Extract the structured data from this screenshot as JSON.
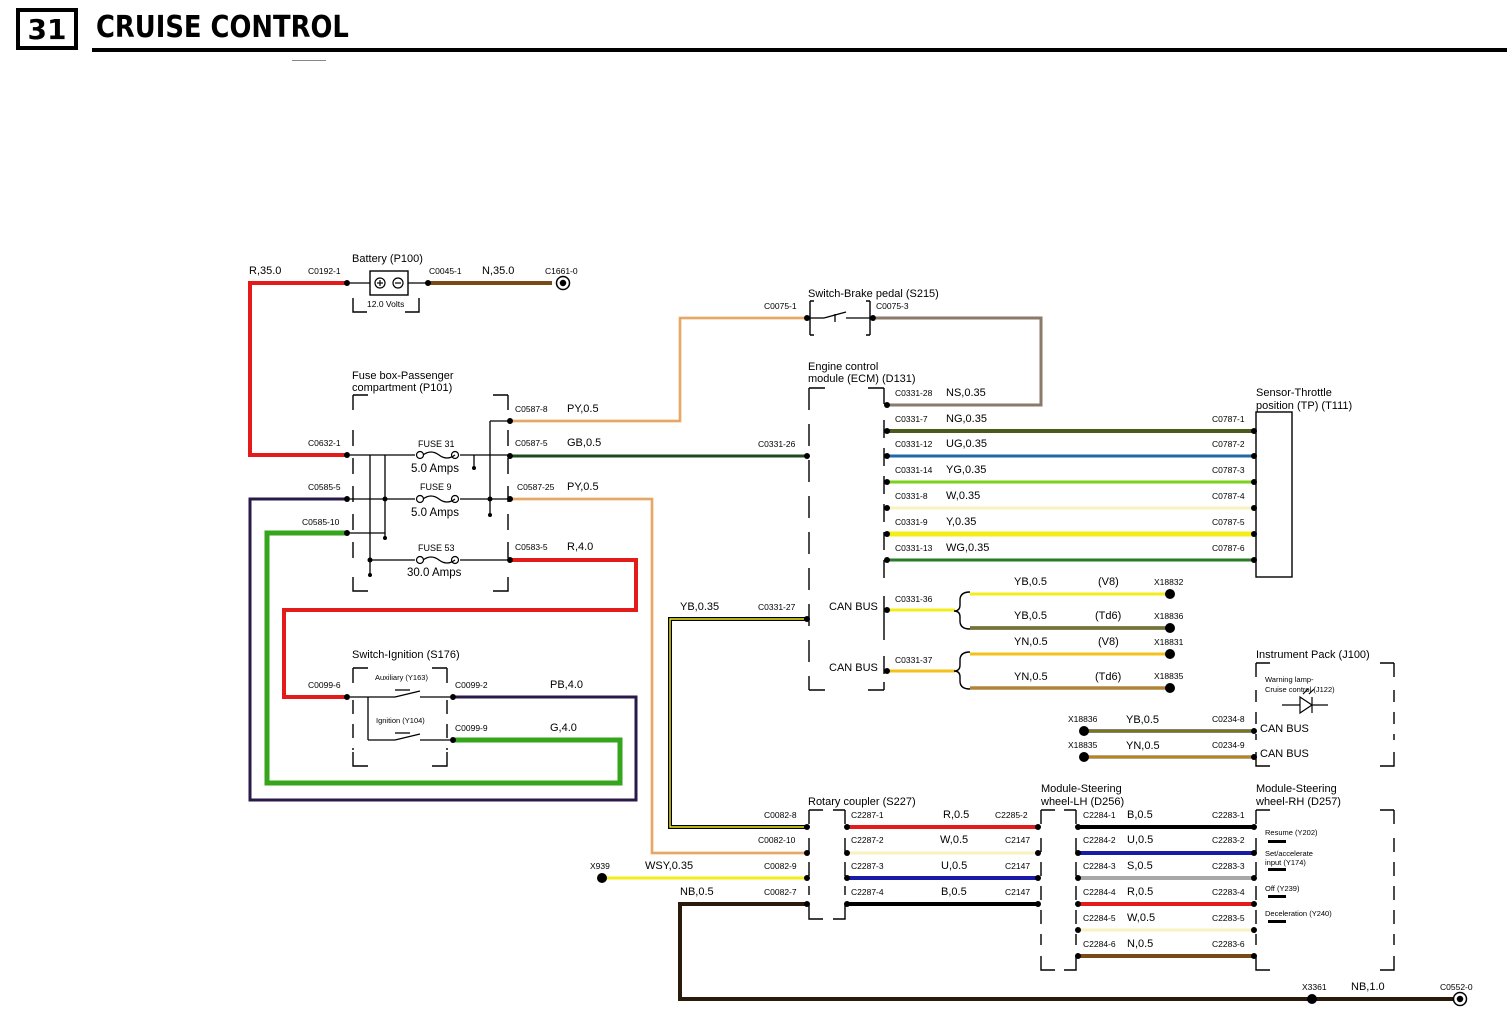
{
  "header": {
    "section_number": "31",
    "title": "CRUISE CONTROL"
  },
  "components": {
    "battery": "Battery (P100)",
    "battery_volts": "12.0 Volts",
    "fuse_box_l1": "Fuse box-Passenger",
    "fuse_box_l2": "compartment (P101)",
    "fuse31": "FUSE 31",
    "fuse31_rating": "5.0 Amps",
    "fuse9": "FUSE 9",
    "fuse9_rating": "5.0 Amps",
    "fuse53": "FUSE 53",
    "fuse53_rating": "30.0 Amps",
    "ignition_switch": "Switch-Ignition (S176)",
    "auxiliary": "Auxiliary (Y163)",
    "ignition": "Ignition (Y104)",
    "brake_switch": "Switch-Brake pedal (S215)",
    "ecm_l1": "Engine control",
    "ecm_l2": "module (ECM) (D131)",
    "tps_l1": "Sensor-Throttle",
    "tps_l2": "position (TP) (T111)",
    "can_bus": "CAN BUS",
    "instrument_pack": "Instrument Pack (J100)",
    "warning_lamp_l1": "Warning lamp-",
    "warning_lamp_l2": "Cruise control (J122)",
    "rotary_coupler": "Rotary coupler (S227)",
    "steer_lh_l1": "Module-Steering",
    "steer_lh_l2": "wheel-LH (D256)",
    "steer_rh_l1": "Module-Steering",
    "steer_rh_l2": "wheel-RH (D257)",
    "resume": "Resume (Y202)",
    "set_accel_l1": "Set/accelerate",
    "set_accel_l2": "input (Y174)",
    "off": "Off (Y239)",
    "decel": "Deceleration (Y240)"
  },
  "connectors": {
    "c0192_1": "C0192-1",
    "c0045_1": "C0045-1",
    "c1661_0": "C1661-0",
    "c0632_1": "C0632-1",
    "c0585_5": "C0585-5",
    "c0585_10": "C0585-10",
    "c0587_8": "C0587-8",
    "c0587_5": "C0587-5",
    "c0587_25": "C0587-25",
    "c0583_5": "C0583-5",
    "c0099_6": "C0099-6",
    "c0099_2": "C0099-2",
    "c0099_9": "C0099-9",
    "c0075_1": "C0075-1",
    "c0075_3": "C0075-3",
    "c0331_28": "C0331-28",
    "c0331_7": "C0331-7",
    "c0331_12": "C0331-12",
    "c0331_14": "C0331-14",
    "c0331_8": "C0331-8",
    "c0331_9": "C0331-9",
    "c0331_13": "C0331-13",
    "c0331_26": "C0331-26",
    "c0331_27": "C0331-27",
    "c0331_36": "C0331-36",
    "c0331_37": "C0331-37",
    "c0787_1": "C0787-1",
    "c0787_2": "C0787-2",
    "c0787_3": "C0787-3",
    "c0787_4": "C0787-4",
    "c0787_5": "C0787-5",
    "c0787_6": "C0787-6",
    "x18832": "X18832",
    "x18836": "X18836",
    "x18831": "X18831",
    "x18835": "X18835",
    "c0234_8": "C0234-8",
    "c0234_9": "C0234-9",
    "c0082_8": "C0082-8",
    "c0082_10": "C0082-10",
    "c0082_9": "C0082-9",
    "c0082_7": "C0082-7",
    "x939": "X939",
    "x3361": "X3361",
    "c0552_0": "C0552-0",
    "c2287_1": "C2287-1",
    "c2287_2": "C2287-2",
    "c2287_3": "C2287-3",
    "c2287_4": "C2287-4",
    "c2285_2": "C2285-2",
    "c2147": "C2147",
    "c2284_1": "C2284-1",
    "c2284_2": "C2284-2",
    "c2284_3": "C2284-3",
    "c2284_4": "C2284-4",
    "c2284_5": "C2284-5",
    "c2284_6": "C2284-6",
    "c2283_1": "C2283-1",
    "c2283_2": "C2283-2",
    "c2283_3": "C2283-3",
    "c2283_4": "C2283-4",
    "c2283_5": "C2283-5",
    "c2283_6": "C2283-6"
  },
  "wires": {
    "r35": "R,35.0",
    "n35": "N,35.0",
    "py05": "PY,0.5",
    "gb05": "GB,0.5",
    "r40": "R,4.0",
    "pb40": "PB,4.0",
    "g40": "G,4.0",
    "ns035": "NS,0.35",
    "ng035": "NG,0.35",
    "ug035": "UG,0.35",
    "yg035": "YG,0.35",
    "w035": "W,0.35",
    "y035": "Y,0.35",
    "wg035": "WG,0.35",
    "yb035": "YB,0.35",
    "yb05": "YB,0.5",
    "yn05": "YN,0.5",
    "v8": "(V8)",
    "td6": "(Td6)",
    "wsy035": "WSY,0.35",
    "nb05": "NB,0.5",
    "r05": "R,0.5",
    "w05": "W,0.5",
    "u05": "U,0.5",
    "b05": "B,0.5",
    "s05": "S,0.5",
    "n05": "N,0.5",
    "nb10": "NB,1.0"
  },
  "colors": {
    "red": "#e31b1b",
    "brown": "#7a4a16",
    "green": "#35a51b",
    "purple": "#2a1a4a",
    "pink_yellow": "#f2c48a",
    "dark_green": "#1f4a1f",
    "yellow": "#f3ee1a",
    "blue": "#1a1aa8",
    "grey": "#a8a8a8",
    "black": "#000000",
    "tan": "#8a7a6a"
  }
}
